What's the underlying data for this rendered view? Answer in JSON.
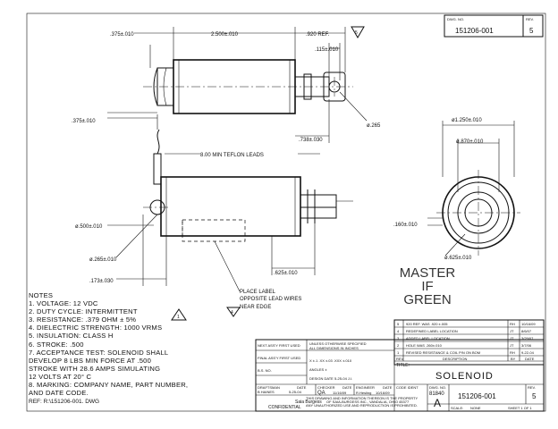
{
  "title_block": {
    "dwg_no_label": "DWG. NO.",
    "rev_label": "REV.",
    "dwg_no": "151206-001",
    "rev": "5",
    "title_label": "TITLE:",
    "title": "SOLENOID",
    "code_ident_label": "CODE IDENT",
    "dwg_no_label_2": "DWG. NO.",
    "code_ident": "81840",
    "size": "A",
    "scale_label": "SCALE:",
    "scale": "NONE",
    "sheet": "SHEET 1 OF 1",
    "company_line1": "THIS DRAWING AND INFORMATION THEREON IS THE PROPERTY",
    "company_line2": "OF SAIA-BURGESS INC., VANDALIA, OHIO 45377",
    "company_line3": "ANY UNAUTHORIZED USE AND REPRODUCTION IS PROHIBITED.",
    "company_name": "Saia Burgess",
    "confidential": "CONFIDENTIAL"
  },
  "revisions": {
    "headers": [
      "REV",
      "DESCRIPTION",
      "BY",
      "DATE"
    ],
    "rows": [
      {
        "rev": "5",
        "desc": "920 REF. WAS .920 ±.005",
        "by": "RH",
        "date": "10/16/09"
      },
      {
        "rev": "4",
        "desc": "REDEFINED LABEL LOCATION",
        "by": "JT",
        "date": "8/6/07"
      },
      {
        "rev": "3",
        "desc": "ADDED LABEL LOCATION",
        "by": "JT",
        "date": "3/29/07"
      },
      {
        "rev": "2",
        "desc": "HOLE WAS .260±.010",
        "by": "JT",
        "date": "3/7/06"
      },
      {
        "rev": "1",
        "desc": "REVISED RESISTANCE & COIL P/N ON BOM",
        "by": "RH",
        "date": "9-22-04"
      }
    ]
  },
  "approvals": {
    "next_assy": "NEXT ASS'Y FIRST USED",
    "final_assy": "FINAL ASS'Y FIRST USED",
    "bs_no": "B.S. NO.",
    "tolerance_header": "UNLESS OTHERWISE SPECIFIED",
    "tolerance_line": "ALL DIMENSIONS IN INCHES",
    "tolerance_decimals": "X ±.1  .XX ±.03  .XXX ±.010",
    "angles": "ANGLES ±",
    "design_date": "DESIGN DATE",
    "design_date_value": "5-25-04 J.I.",
    "draftsman_label": "DRAFTSMAN",
    "draftsman_date_label": "DATE",
    "draftsman": "B HAINES",
    "draftsman_date": "5-25-04",
    "checker_label": "CHECKER",
    "checker_date_label": "DATE",
    "engineer_label": "ENGINEER",
    "engineer_date_label": "DATE",
    "checker": "QA",
    "checker_date": "11/16/09",
    "engineer": "R.Hesling",
    "engineer_date": "10/16/09"
  },
  "dimensions": {
    "d1": ".375±.010",
    "d2": "2.500±.010",
    "d3": ".920 REF.",
    "d4": ".115±.010",
    "d5": ".375±.010",
    "d6": "ø.265",
    "d7": ".738±.030",
    "d8": "ø1.250±.010",
    "d9": "ø.870±.010",
    "d10": "8.00 MIN TEFLON LEADS",
    "d11": "ø.500±.010",
    "d12": "ø.265±.010",
    "d13": ".173±.030",
    "d14": ".625±.010",
    "d15": ".160±.010",
    "d16": "ø.625±.010",
    "d17": "PLACE LABEL",
    "d18": "OPPOSITE LEAD WIRES",
    "d19": "NEAR EDGE"
  },
  "revision_flags": {
    "f5": "5",
    "f4": "4",
    "f1": "1"
  },
  "stamp": {
    "line1": "MASTER",
    "line2": "IF",
    "line3": "GREEN"
  },
  "notes": {
    "heading": "NOTES",
    "items": [
      "1.   VOLTAGE:  12 VDC",
      "2.   DUTY CYCLE:   INTERMITTENT",
      "3.   RESISTANCE:  .379 OHM ± 5%",
      "4.   DIELECTRIC STRENGTH:   1000 VRMS",
      "5.   INSULATION:  CLASS H",
      "6.   STROKE:   .500",
      "7.   ACCEPTANCE TEST:  SOLENOID SHALL",
      "      DEVELOP 8 LBS MIN FORCE AT .500",
      "      STROKE WITH 28.6 AMPS SIMULATING",
      "      12 VOLTS AT 20° C",
      "8.   MARKING:  COMPANY NAME, PART NUMBER,",
      "      AND DATE CODE."
    ]
  },
  "file_ref": "REF: R:\\151206-001. DWG"
}
